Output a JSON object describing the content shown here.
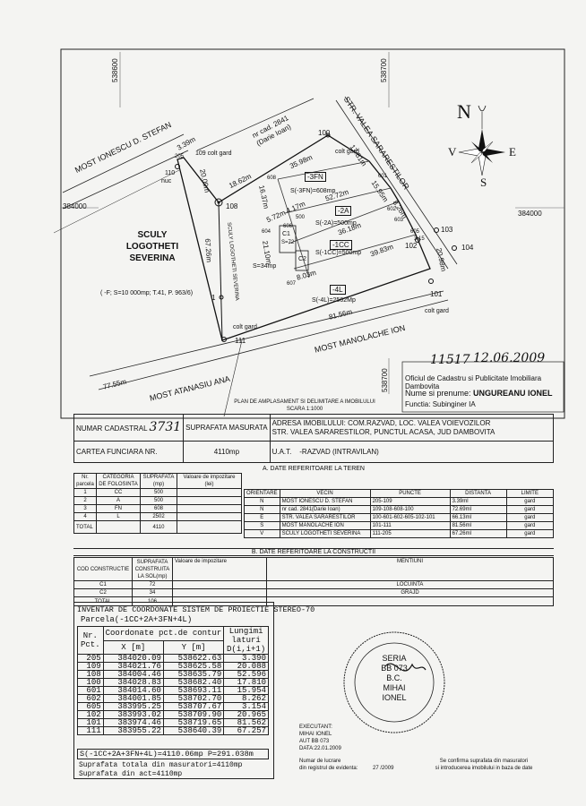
{
  "grid": {
    "top_left": "538600",
    "top_right": "538700",
    "left_mid": "384000",
    "right_mid": "384000",
    "bottom_right": "538700"
  },
  "compass": {
    "n": "N",
    "s": "S",
    "e": "E",
    "v": "V"
  },
  "plan": {
    "streets": {
      "ionescu": "MOST IONESCU D. STEFAN",
      "sarare": "STR. VALEA SARARESTILOR",
      "manolache": "MOST MANOLACHE ION",
      "atanasiu": "MOST ATANASIU ANA",
      "sculy_vertical": "SCULY LOGOTHETI SEVERINA"
    },
    "neighbor": {
      "line1": "nr cad. 2841",
      "line2": "(Darie Ioan)"
    },
    "sculy": {
      "l1": "SCULY",
      "l2": "LOGOTHETI",
      "l3": "SEVERINA",
      "note": "( -F; S=10 000mp; T.41, P. 963/6)"
    },
    "points": {
      "p100": "100",
      "p108": "108",
      "p110": "110",
      "nuc": "nuc",
      "p205": "205",
      "p109": "109 colt gard",
      "p103": "103",
      "p104": "104",
      "p102": "102",
      "p101": "101",
      "p111": "111",
      "p1": "1",
      "colt_gard_a": "colt gard",
      "colt_gard_b": "colt gard",
      "colt_gard_c": "colt gard",
      "p601": "601",
      "p602": "602",
      "p603": "603",
      "p604": "604",
      "p605": "605",
      "p606": "606",
      "p607": "607",
      "p608": "608",
      "p500": "500"
    },
    "distances": {
      "d339": "3.39m",
      "d2009": "20.09m",
      "d1862": "18.62m",
      "d3598": "35.98m",
      "d1781": "17.81m",
      "d1637": "16.37m",
      "d5272": "52.72m",
      "d1595": "15.95m",
      "d826": "8.26m",
      "d572": "5.72m",
      "d417": "4.17m",
      "d3618": "36.18m",
      "d3983": "39.83m",
      "d2098": "20.98m",
      "d2110": "21.10m",
      "d6726": "67.26m",
      "d315": "3.15",
      "d803": "8.03m",
      "d8156": "81.56m",
      "d7755": "77.55m"
    },
    "parcels": {
      "fn": "-3FN",
      "fn_area": "S(-3FN)=608mp",
      "a": "-2A",
      "a_area": "S(-2A)=500mp",
      "cc": "-1CC",
      "cc_area": "S(-1CC)=500mp",
      "l": "-4L",
      "l_area": "S(-4L)=2502Mp",
      "c1": "C1",
      "c2": "C2",
      "s34": "S=34mp",
      "s72": "S=72"
    },
    "stamp": {
      "number": "11517",
      "date": "12.06.2009",
      "office": "Oficiul de Cadastru si Publicitate Imobiliara Dambovita",
      "name_label": "Nume si prenume:",
      "name_value": "UNGUREANU IONEL",
      "func_label": "Functia:",
      "func_value": "Subinginer IA"
    },
    "title": "PLAN DE AMPLASAMENT SI DELIMITARE A IMOBILULUI",
    "scale": "SCARA 1:1000"
  },
  "header": {
    "nr_cad_label": "NUMAR CADASTRAL",
    "nr_cad_value": "3731",
    "supr_label": "SUPRAFATA MASURATA",
    "supr_value": "4110mp",
    "adresa_label": "ADRESA IMOBILULUI:",
    "adresa_line1": "COM.RAZVAD, LOC. VALEA VOIEVOZILOR",
    "adresa_line2": "STR. VALEA SARARESTILOR, PUNCTUL ACASA, JUD DAMBOVITA",
    "carte_label": "CARTEA FUNCIARA NR.",
    "uat_label": "U.A.T.",
    "uat_value": "-RAZVAD (INTRAVILAN)"
  },
  "teren": {
    "section_title": "A. DATE REFERITOARE LA TEREN",
    "headers": [
      "Nr. parcela",
      "CATEGORIA DE FOLOSINTA",
      "SUPRAFATA (mp)",
      "Valoare de impozitare (lei)"
    ],
    "rows": [
      [
        "1",
        "CC",
        "500",
        ""
      ],
      [
        "2",
        "A",
        "500",
        ""
      ],
      [
        "3",
        "FN",
        "608",
        ""
      ],
      [
        "4",
        "L",
        "2502",
        ""
      ]
    ],
    "total_label": "TOTAL",
    "total_value": "4110"
  },
  "vecini": {
    "headers": [
      "ORIENTARE",
      "VECIN",
      "PUNCTE",
      "DISTANTA",
      "LIMITE"
    ],
    "rows": [
      [
        "N",
        "MOST IONESCU D. STEFAN",
        "205-109",
        "3.39ml",
        "gard"
      ],
      [
        "N",
        "nr cad. 2841(Darie Ioan)",
        "109-108-608-100",
        "72.69ml",
        "gard"
      ],
      [
        "E",
        "STR. VALEA SARARESTILOR",
        "100-601-602-605-102-101",
        "66.13ml",
        "gard"
      ],
      [
        "S",
        "MOST MANOLACHE ION",
        "101-111",
        "81.56ml",
        "gard"
      ],
      [
        "V",
        "SCULY LOGOTHETI SEVERINA",
        "111-205",
        "67.26ml",
        "gard"
      ]
    ]
  },
  "constructii": {
    "section_title": "B. DATE REFERITOARE LA CONSTRUCTII",
    "headers": [
      "COD CONSTRUCTIE",
      "SUPRAFATA CONSTRUITA LA SOL(mp)",
      "Valoare de impozitare",
      "MENTIUNI"
    ],
    "rows": [
      [
        "C1",
        "72",
        "",
        "LOCUINTA"
      ],
      [
        "C2",
        "34",
        "",
        "GRAJD"
      ]
    ],
    "total_label": "TOTAL",
    "total_value": "106"
  },
  "inventar": {
    "title": "INVENTAR DE COORDONATE  SISTEM DE PROIECTIE STEREO-70",
    "parcela": "Parcela(-1CC+2A+3FN+4L)",
    "col_pct": "Nr. Pct.",
    "col_coord": "Coordonate pct.de contur",
    "col_x": "X [m]",
    "col_y": "Y [m]",
    "col_lung": "Lungimi laturi D(i,i+1)",
    "rows": [
      [
        "205",
        "384020.09",
        "538622.63",
        "3.390"
      ],
      [
        "109",
        "384021.76",
        "538625.58",
        "20.088"
      ],
      [
        "108",
        "384004.46",
        "538635.79",
        "52.596"
      ],
      [
        "100",
        "384028.83",
        "538682.40",
        "17.810"
      ],
      [
        "601",
        "384014.60",
        "538693.11",
        "15.954"
      ],
      [
        "602",
        "384001.85",
        "538702.70",
        "8.262"
      ],
      [
        "605",
        "383995.25",
        "538707.67",
        "3.154"
      ],
      [
        "102",
        "383993.02",
        "538709.90",
        "20.965"
      ],
      [
        "101",
        "383974.46",
        "538719.65",
        "81.562"
      ],
      [
        "111",
        "383955.22",
        "538640.39",
        "67.257"
      ]
    ],
    "formula": "S(-1CC+2A+3FN+4L)=4110.06mp  P=291.038m",
    "total_masurat": "Suprafata totala din masuratori=4110mp",
    "din_act": "Suprafata din act=4110mp"
  },
  "executant": {
    "label": "EXECUTANT:",
    "name": "MIHAI IONEL",
    "aut": "AUT BB 073",
    "data": "DATA:22.01.2009"
  },
  "footer": {
    "nr_lucrare_l1": "Numar de lucrare",
    "nr_lucrare_l2": "din registrul de evidenta:",
    "nr_lucrare_value": "27 /2009",
    "confirm_l1": "Se confirma  suprafata din masuratori",
    "confirm_l2": "si introducerea imobilului in baza de date"
  },
  "seal": {
    "l1": "SERIA",
    "l2": "BB 073",
    "l3": "B.C.",
    "l4": "MIHAI",
    "l5": "IONEL"
  }
}
